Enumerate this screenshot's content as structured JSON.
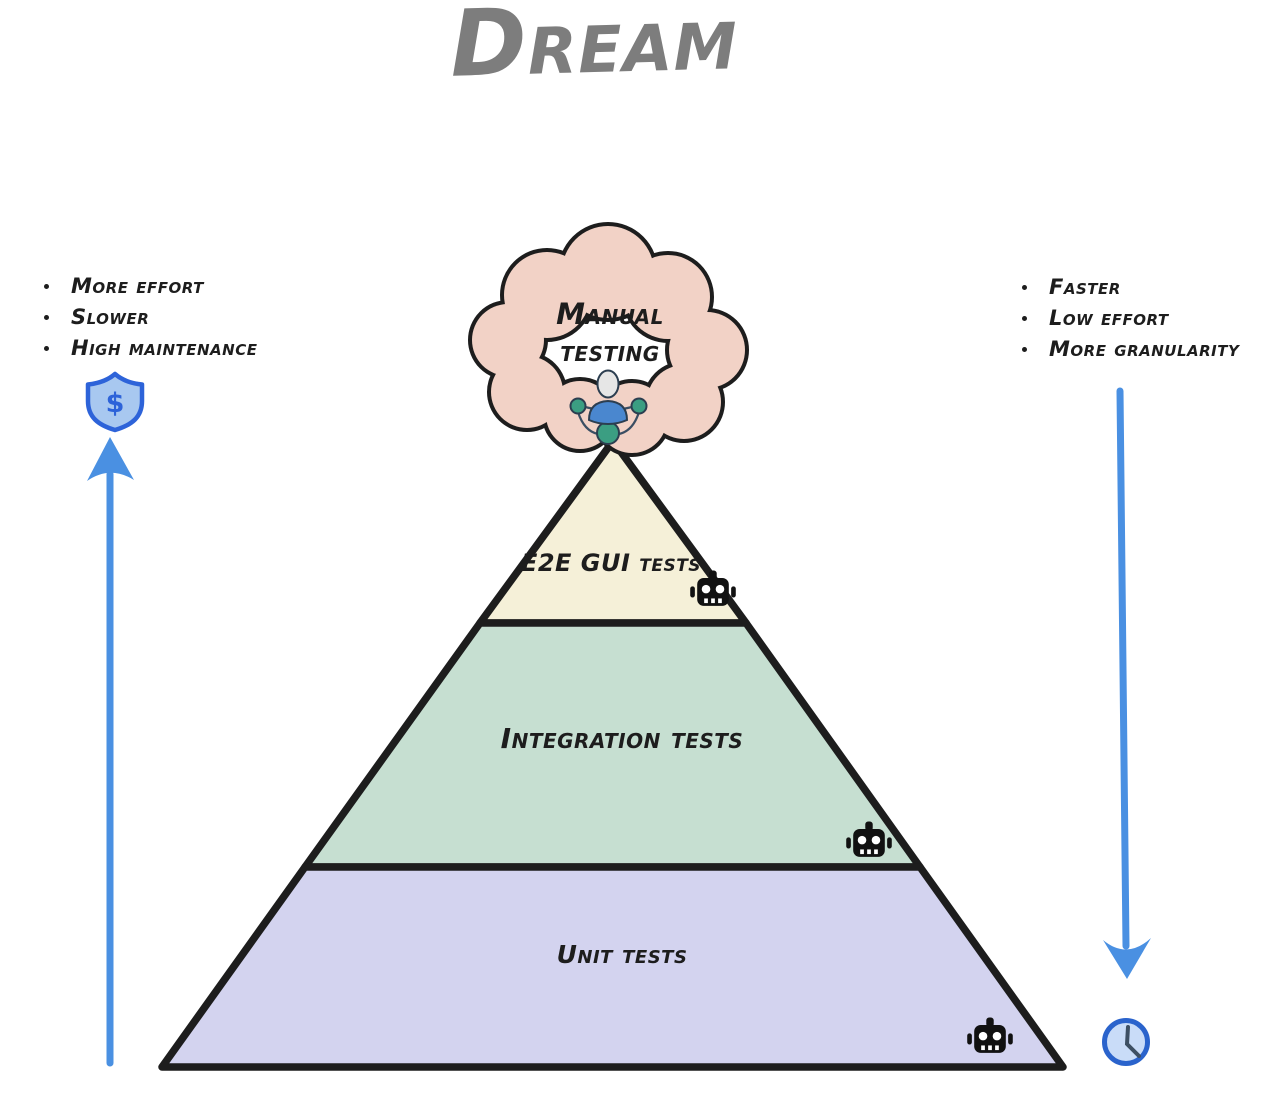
{
  "title": "Dream",
  "colors": {
    "background": "#ffffff",
    "outline": "#1d1d1d",
    "title_gray": "#7d7d7d",
    "arrow_blue": "#4a90e2",
    "cloud_fill": "#f2d2c6",
    "robot_black": "#111111",
    "shield_fill": "#a8c8f0",
    "shield_stroke": "#2d63d9",
    "clock_fill": "#c9dcf8",
    "clock_stroke": "#2a63cc",
    "clock_hands": "#3d4f63",
    "person_head": "#e6e6e6",
    "person_blue": "#4a87cf",
    "person_teal": "#3b9e82"
  },
  "cloud": {
    "label_line1": "Manual",
    "label_line2": "testing",
    "icon": "person-network-icon"
  },
  "pyramid": {
    "layers": [
      {
        "label": "E2E GUI tests",
        "fill": "#f5f0d8",
        "icon": "robot-icon"
      },
      {
        "label": "Integration tests",
        "fill": "#c6dfd1",
        "icon": "robot-icon"
      },
      {
        "label": "Unit tests",
        "fill": "#d3d3ef",
        "icon": "robot-icon"
      }
    ]
  },
  "left_panel": {
    "items": [
      "More effort",
      "Slower",
      "High maintenance"
    ],
    "icon": "shield-dollar-icon",
    "shield_symbol": "$",
    "arrow": "up"
  },
  "right_panel": {
    "items": [
      "Faster",
      "Low effort",
      "More granularity"
    ],
    "icon": "clock-icon",
    "arrow": "down"
  }
}
